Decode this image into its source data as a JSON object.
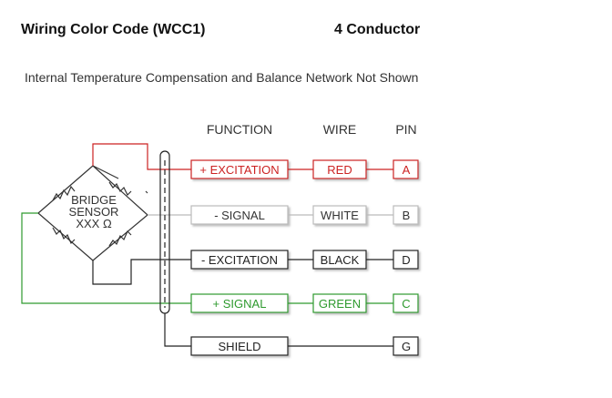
{
  "header": {
    "title": "Wiring Color Code (WCC1)",
    "conductor": "4 Conductor",
    "note": "Internal Temperature Compensation and Balance Network Not Shown"
  },
  "columns": {
    "function": "FUNCTION",
    "wire": "WIRE",
    "pin": "PIN"
  },
  "sensor": {
    "line1": "BRIDGE",
    "line2": "SENSOR",
    "line3": "XXX Ω"
  },
  "rows": [
    {
      "function": "+ EXCITATION",
      "wire": "RED",
      "pin": "A",
      "color": "#cc2222"
    },
    {
      "function": "- SIGNAL",
      "wire": "WHITE",
      "pin": "B",
      "color": "#444444"
    },
    {
      "function": "- EXCITATION",
      "wire": "BLACK",
      "pin": "D",
      "color": "#222222"
    },
    {
      "function": "+ SIGNAL",
      "wire": "GREEN",
      "pin": "C",
      "color": "#2e9a2e"
    },
    {
      "function": "SHIELD",
      "wire": "",
      "pin": "G",
      "color": "#222222"
    }
  ],
  "colors": {
    "red": "#cc2222",
    "green": "#2e9a2e",
    "black": "#222222",
    "gray": "#bbbbbb"
  }
}
